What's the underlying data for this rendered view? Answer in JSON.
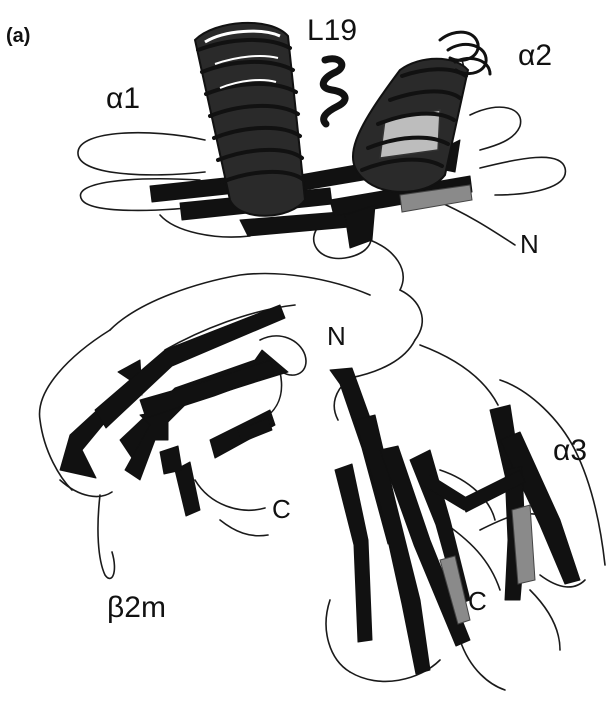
{
  "figure": {
    "panel_label": "(a)",
    "labels": {
      "alpha1": "α1",
      "alpha2": "α2",
      "alpha3": "α3",
      "peptide": "L19",
      "n_heavy": "N",
      "n_b2m": "N",
      "c_b2m": "C",
      "c_heavy": "C",
      "beta2m": "β2m"
    }
  },
  "colors": {
    "ribbon": "#111111",
    "sheet_grey": "#8a8a8a",
    "background": "#ffffff"
  }
}
